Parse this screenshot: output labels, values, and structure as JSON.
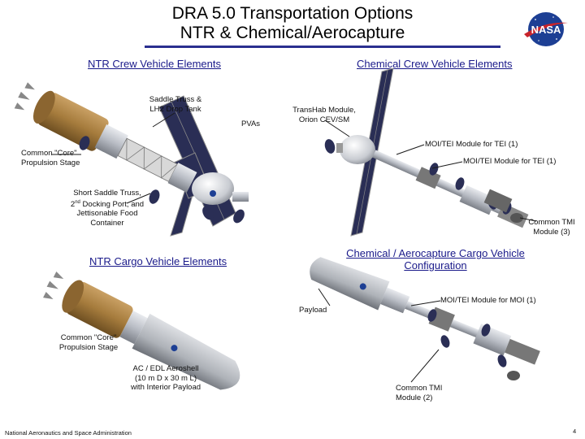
{
  "title": {
    "line1": "DRA 5.0 Transportation Options",
    "line2": "NTR & Chemical/Aerocapture"
  },
  "logo": {
    "name": "nasa-meatball-logo",
    "text": "NASA"
  },
  "sections": {
    "ntr_crew": "NTR Crew Vehicle Elements",
    "chem_crew": "Chemical Crew Vehicle Elements",
    "ntr_cargo": "NTR Cargo Vehicle Elements",
    "chem_cargo_line1": "Chemical / Aerocapture Cargo Vehicle",
    "chem_cargo_line2": "Configuration"
  },
  "labels": {
    "saddle_truss_1": "Saddle Truss &",
    "saddle_truss_2": "LH2 Drop Tank",
    "pvas": "PVAs",
    "transhab_1": "TransHab Module,",
    "transhab_2": "Orion CEV/SM",
    "moi_tei_1": "MOI/TEI Module for TEI (1)",
    "moi_tei_2": "MOI/TEI Module for TEI (1)",
    "core_stage_1": "Common \"Core\"",
    "core_stage_2": "Propulsion Stage",
    "short_saddle_1": "Short Saddle Truss,",
    "short_saddle_2a": "2",
    "short_saddle_2sup": "nd",
    "short_saddle_2b": " Docking Port, and",
    "short_saddle_3": "Jettisonable Food",
    "short_saddle_4": "Container",
    "tmi3_1": "Common TMI",
    "tmi3_2": "Module (3)",
    "payload": "Payload",
    "moi_moi": "MOI/TEI Module for MOI (1)",
    "cargo_core_1": "Common \"Core\"",
    "cargo_core_2": "Propulsion Stage",
    "aeroshell_1": "AC / EDL Aeroshell",
    "aeroshell_2": "(10 m D x 30 m L)",
    "aeroshell_3": "with Interior Payload",
    "tmi2_1": "Common TMI",
    "tmi2_2": "Module (2)"
  },
  "footer": {
    "agency": "National Aeronautics and Space Administration",
    "page": "4"
  },
  "colors": {
    "title_rule": "#2a2f8f",
    "section_text": "#1a1a8a",
    "tank_gold": "#a67c3d",
    "metal": "#b8bcc4",
    "solar_panel": "#2a2e55",
    "leader_line": "#1a1a1a"
  }
}
